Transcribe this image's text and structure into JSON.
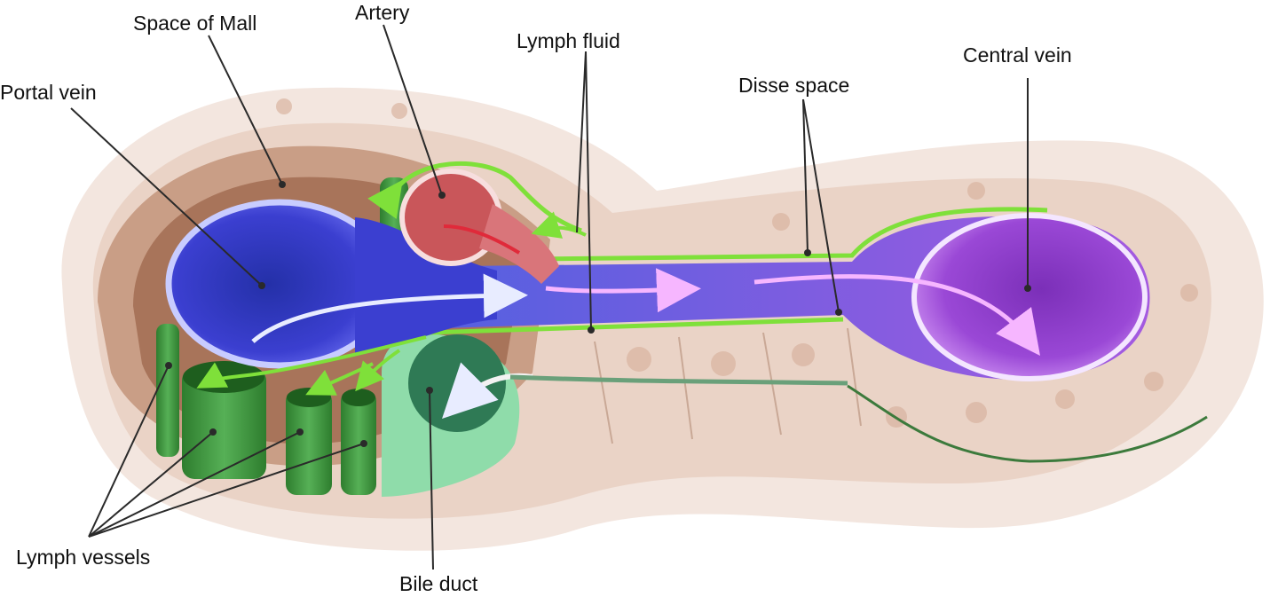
{
  "labels": {
    "space_of_mall": "Space of Mall",
    "artery": "Artery",
    "lymph_fluid": "Lymph fluid",
    "portal_vein": "Portal vein",
    "disse_space": "Disse space",
    "central_vein": "Central vein",
    "lymph_vessels": "Lymph vessels",
    "bile_duct": "Bile duct"
  },
  "colors": {
    "tissue_outer": "#f3e6df",
    "tissue_inner": "#e6cbbd",
    "mall_space": "#c99e86",
    "portal_vein": "#3b3fd0",
    "central_vein": "#9a48d6",
    "artery": "#c9565a",
    "lymph_green": "#3c9a3c",
    "lymph_fluid": "#7fe03a",
    "bile_duct": "#2f7a55"
  }
}
